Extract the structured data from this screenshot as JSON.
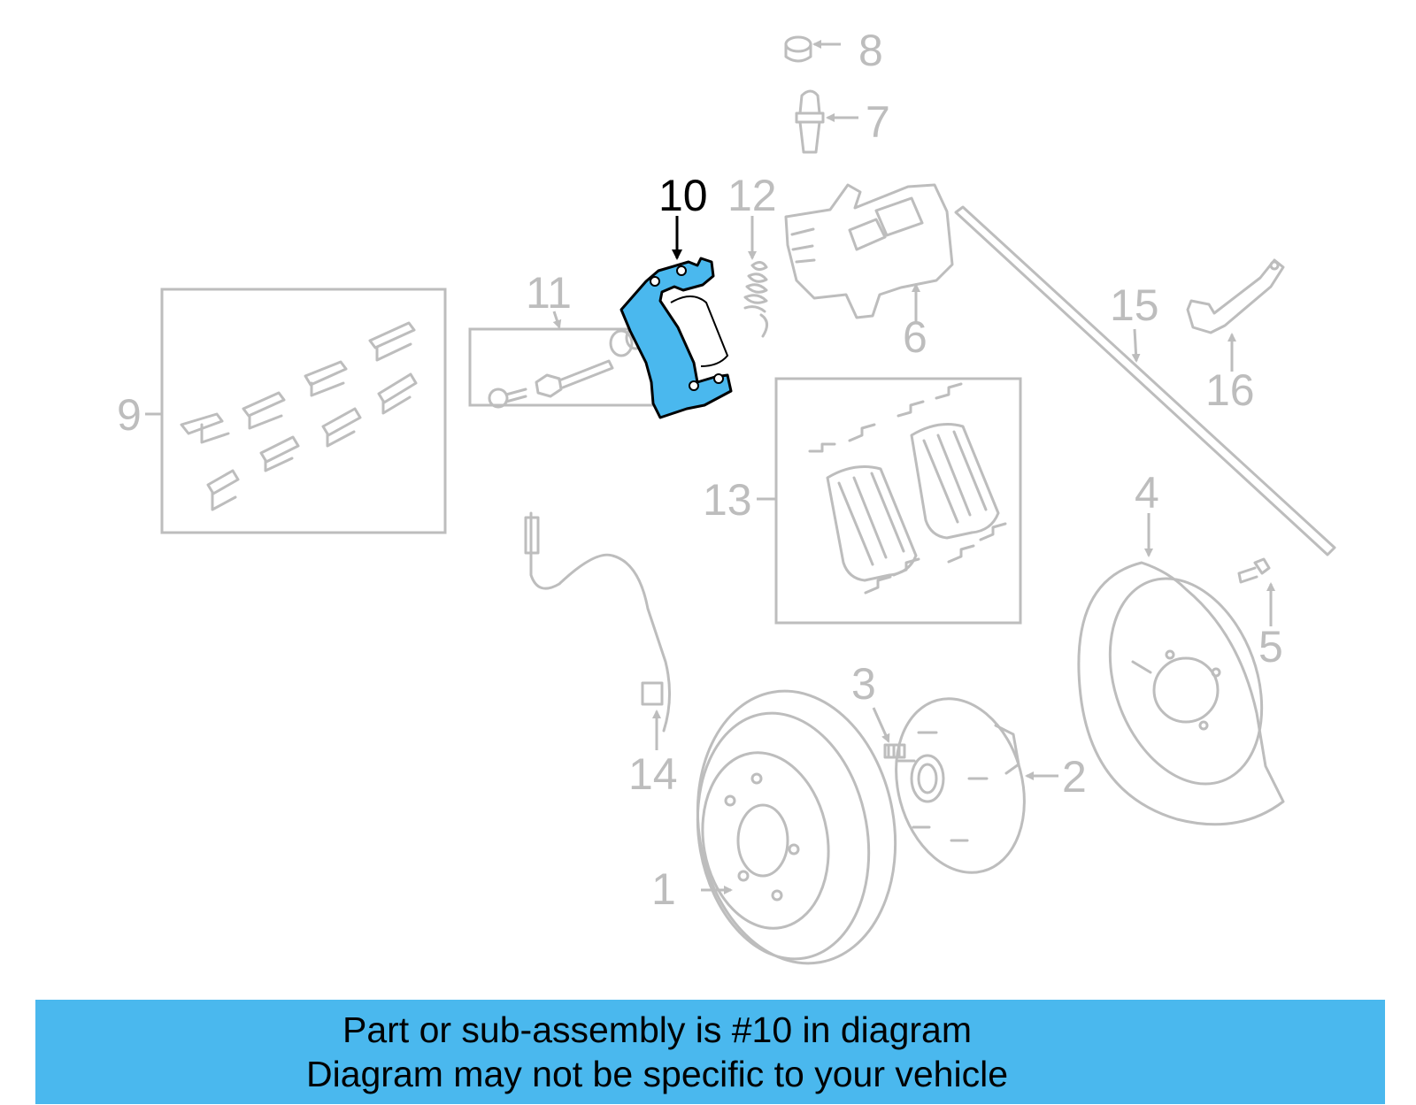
{
  "diagram": {
    "highlighted_part": "10",
    "highlight_color": "#4ab8ee",
    "callouts": [
      {
        "id": "c1",
        "label": "1"
      },
      {
        "id": "c2",
        "label": "2"
      },
      {
        "id": "c3",
        "label": "3"
      },
      {
        "id": "c4",
        "label": "4"
      },
      {
        "id": "c5",
        "label": "5"
      },
      {
        "id": "c6",
        "label": "6"
      },
      {
        "id": "c7",
        "label": "7"
      },
      {
        "id": "c8",
        "label": "8"
      },
      {
        "id": "c9",
        "label": "9"
      },
      {
        "id": "c10",
        "label": "10"
      },
      {
        "id": "c11",
        "label": "11"
      },
      {
        "id": "c12",
        "label": "12"
      },
      {
        "id": "c13",
        "label": "13"
      },
      {
        "id": "c14",
        "label": "14"
      },
      {
        "id": "c15",
        "label": "15"
      },
      {
        "id": "c16",
        "label": "16"
      }
    ]
  },
  "banner": {
    "line1": "Part or sub-assembly is #10 in diagram",
    "line2": "Diagram may not be specific to your vehicle",
    "color": "#4ab8ee"
  }
}
